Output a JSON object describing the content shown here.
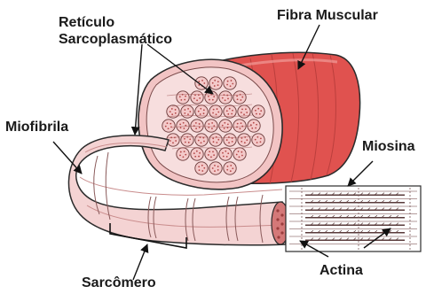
{
  "labels": {
    "reticulo_line1": "Retículo",
    "reticulo_line2": "Sarcoplasmático",
    "fibra_muscular": "Fibra Muscular",
    "miofibrila": "Miofibrila",
    "miosina": "Miosina",
    "actina": "Actina",
    "sarcomero": "Sarcômero"
  },
  "colors": {
    "muscle_red": "#e0524f",
    "muscle_pink": "#f2c4c4",
    "fibril_pink": "#f4d3d3",
    "filament_line": "#7a5a5a",
    "outline": "#2b2b2b"
  }
}
